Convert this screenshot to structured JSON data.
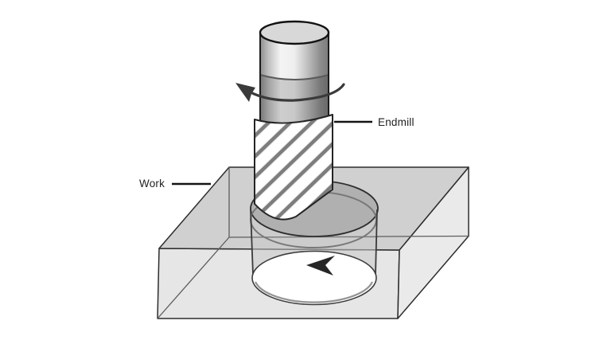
{
  "figure": {
    "type": "technical-illustration",
    "labels": {
      "endmill": "Endmill",
      "work": "Work"
    },
    "icons": {
      "spindle_rotation": "rotation-arrow-icon",
      "feed_direction": "feed-arrow-icon"
    },
    "colors": {
      "background": "#ffffff",
      "line": "#2d2d2d",
      "block_top": "#d0d0d0",
      "block_front": "#e6e6e6",
      "block_right": "#eaeaea",
      "pocket_wall": "#b0b0b0",
      "pocket_floor": "#ffffff",
      "metal_highlight": "#f4f4f4",
      "metal_shadow": "#7b7b7b",
      "arrow": "#3a3a3a",
      "label_text": "#1f1f1f"
    }
  }
}
